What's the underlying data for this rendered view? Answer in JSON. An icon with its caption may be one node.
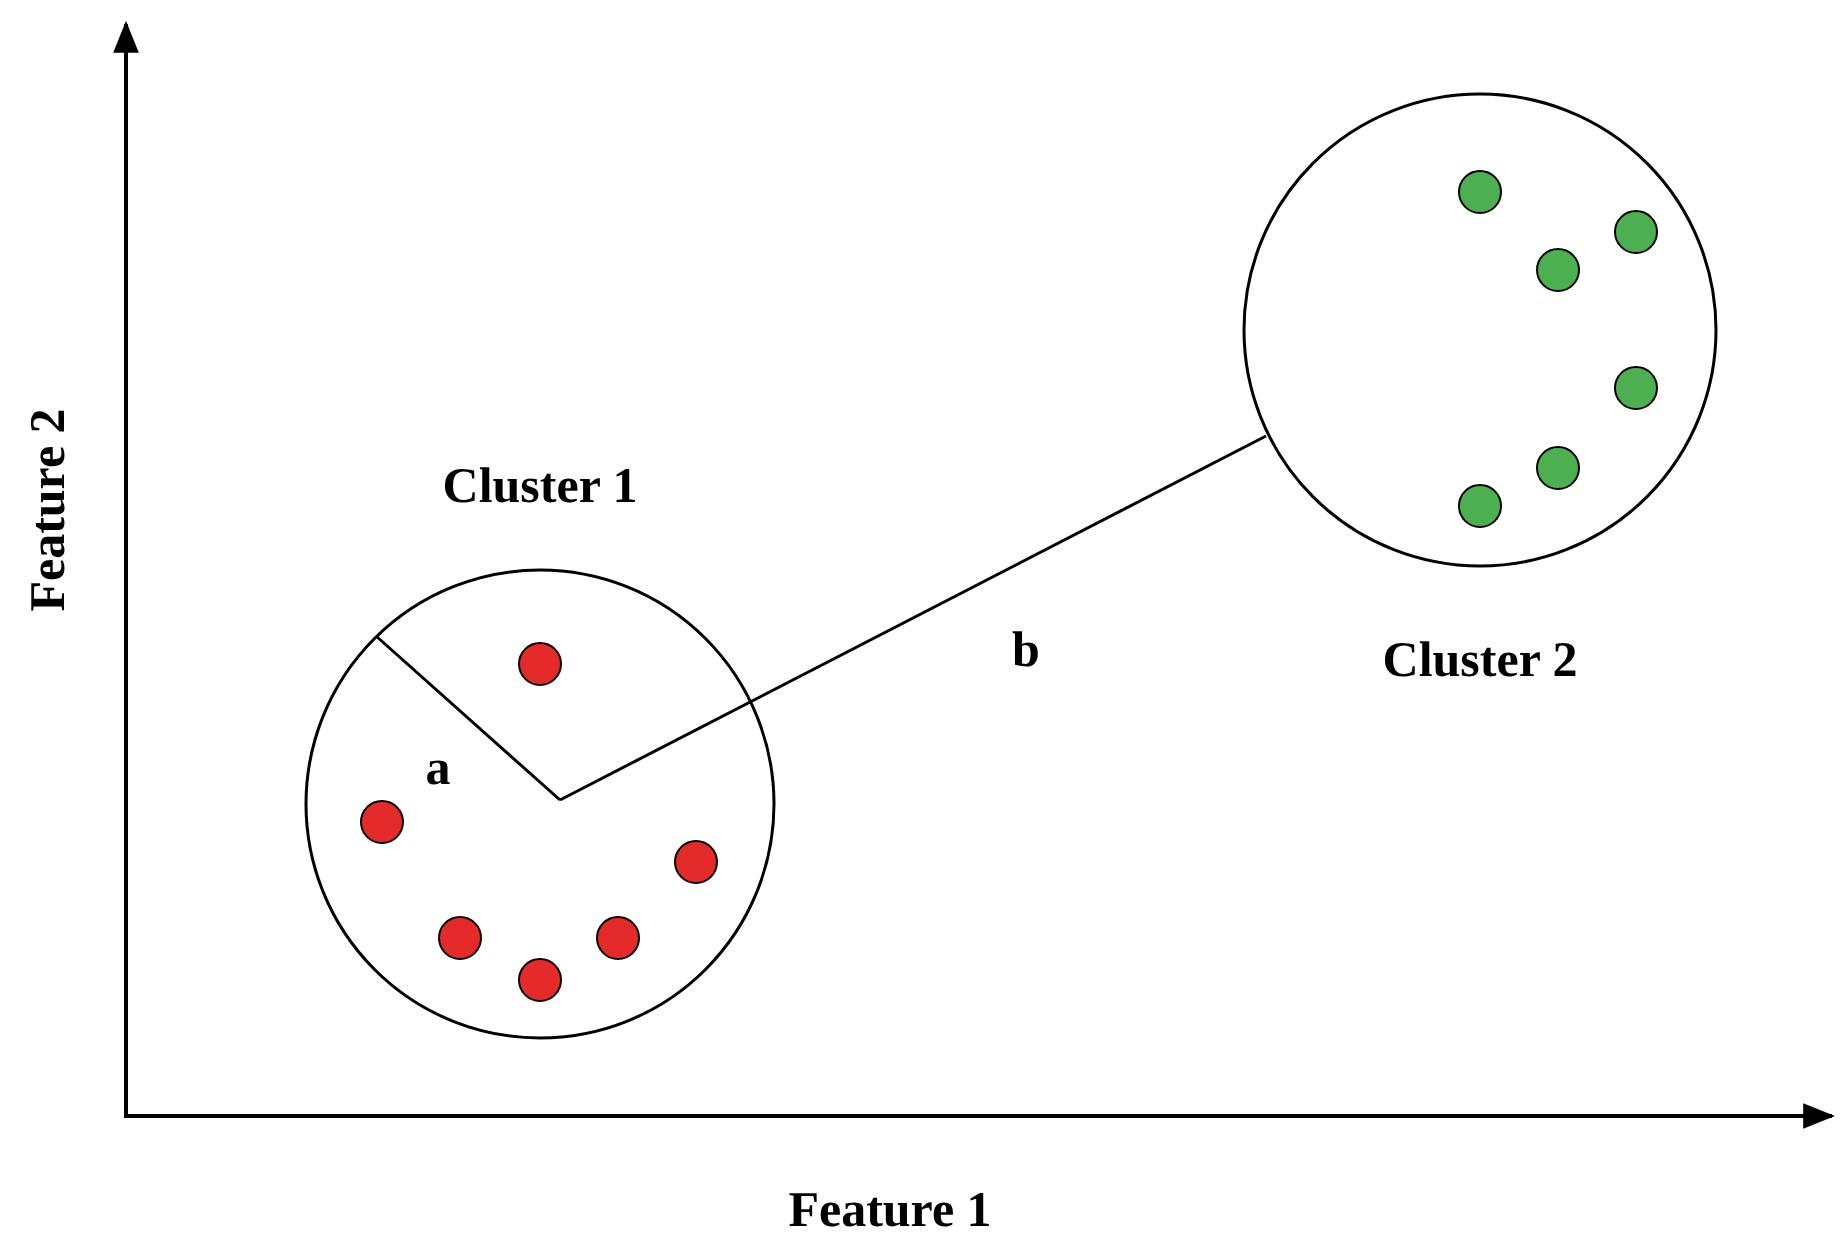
{
  "diagram": {
    "nodes": [
      {
        "text": [
          "Cluster 1"
        ]
      },
      {
        "text": [],
        "shape": "circle",
        "in": 0
      },
      {
        "text": [],
        "shape": "circle",
        "in": 0
      },
      {
        "text": [],
        "shape": "circle",
        "in": 0
      },
      {
        "text": [],
        "shape": "circle",
        "in": 0
      },
      {
        "text": [],
        "shape": "circle",
        "in": 0
      },
      {
        "text": [],
        "shape": "circle",
        "in": 0
      },
      {
        "text": [
          "Cluster 2"
        ]
      },
      {
        "text": [],
        "shape": "circle",
        "in": 7
      },
      {
        "text": [],
        "shape": "circle",
        "in": 7
      },
      {
        "text": [],
        "shape": "circle",
        "in": 7
      },
      {
        "text": [],
        "shape": "circle",
        "in": 7
      },
      {
        "text": [],
        "shape": "circle",
        "in": 7
      },
      {
        "text": [],
        "shape": "circle",
        "in": 7
      }
    ],
    "labels": [
      "Feature 2",
      "b",
      "a",
      "Feature 1"
    ]
  }
}
